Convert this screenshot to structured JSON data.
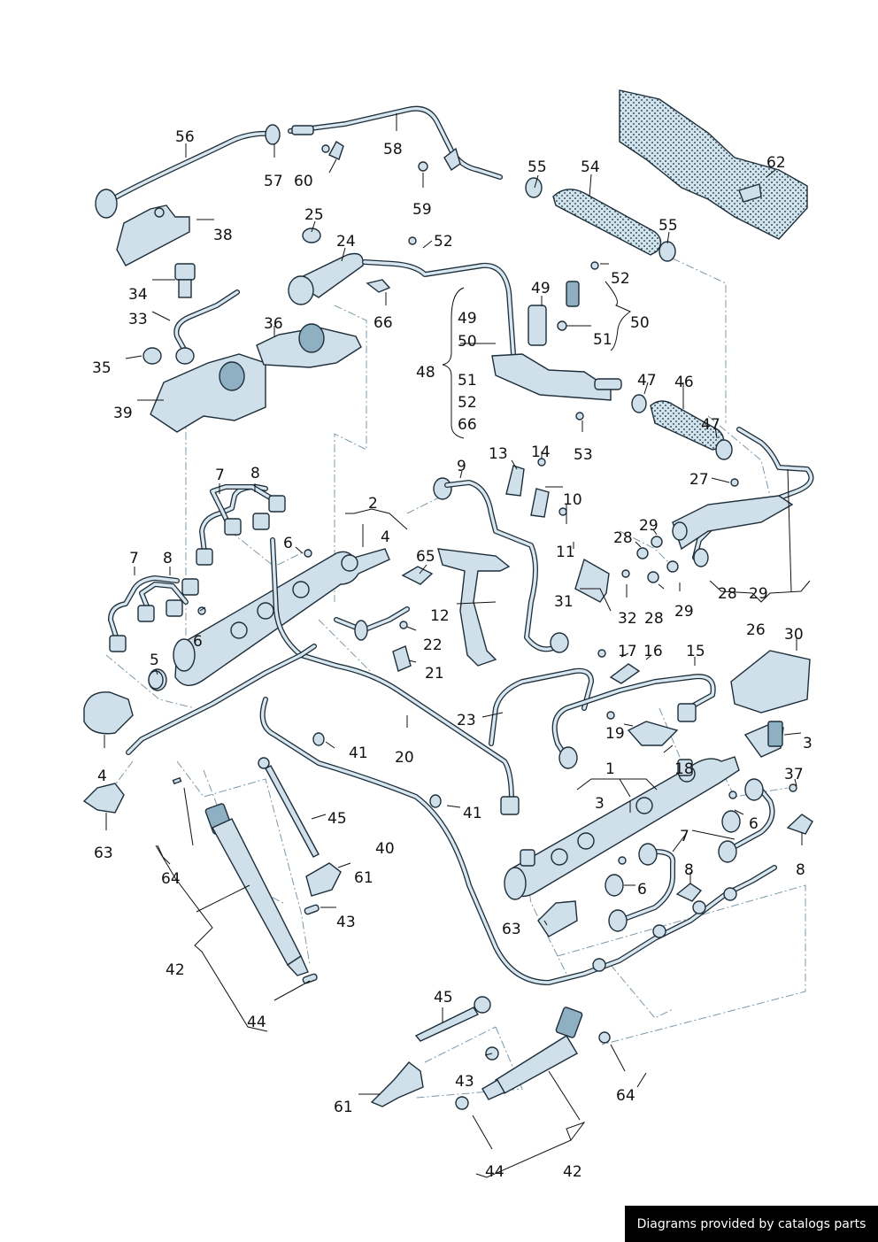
{
  "footer_text": "Diagrams provided by catalogs parts",
  "callouts": [
    "56",
    "57",
    "60",
    "58",
    "59",
    "55",
    "54",
    "62",
    "38",
    "25",
    "24",
    "52",
    "55",
    "34",
    "33",
    "66",
    "49",
    "52",
    "50",
    "51",
    "35",
    "36",
    "48",
    "49",
    "50",
    "51",
    "52",
    "66",
    "39",
    "47",
    "46",
    "47",
    "53",
    "13",
    "14",
    "9",
    "10",
    "27",
    "7",
    "8",
    "2",
    "4",
    "29",
    "28",
    "11",
    "65",
    "7",
    "8",
    "6",
    "31",
    "32",
    "28",
    "29",
    "28",
    "29",
    "12",
    "6",
    "5",
    "22",
    "21",
    "17",
    "16",
    "15",
    "26",
    "30",
    "23",
    "19",
    "18",
    "4",
    "41",
    "20",
    "3",
    "37",
    "1",
    "3",
    "41",
    "45",
    "6",
    "63",
    "64",
    "40",
    "7",
    "8",
    "61",
    "8",
    "6",
    "43",
    "63",
    "42",
    "44",
    "45",
    "43",
    "64",
    "61",
    "42",
    "44"
  ],
  "colors": {
    "part_fill": "#cfe0ea",
    "outline": "#1d2e3a",
    "leader": "#111111",
    "dash": "#7d98a8",
    "footer_bg": "#000000",
    "footer_fg": "#ffffff"
  }
}
